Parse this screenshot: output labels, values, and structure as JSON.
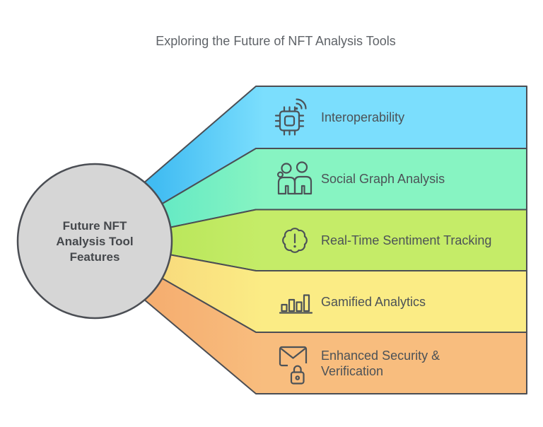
{
  "title": "Exploring the Future of NFT Analysis Tools",
  "title_color": "#5f6368",
  "outline_color": "#4b4e54",
  "label_color": "#4c5257",
  "hub": {
    "lines": [
      "Future NFT",
      "Analysis Tool",
      "Features"
    ],
    "fill": "#d6d6d6",
    "border": "#4b4e54"
  },
  "bands": [
    {
      "label": "Interoperability",
      "icon": "chip-wifi-icon",
      "color": "#7bdefd",
      "color_deep": "#41bcf2"
    },
    {
      "label": "Social Graph Analysis",
      "icon": "people-icon",
      "color": "#87f4c2",
      "color_deep": "#63e9c4"
    },
    {
      "label": "Real-Time Sentiment Tracking",
      "icon": "alert-badge-icon",
      "color": "#c5ec68",
      "color_deep": "#b9e65a"
    },
    {
      "label": "Gamified Analytics",
      "icon": "bar-chart-icon",
      "color": "#fbec85",
      "color_deep": "#f8da7c"
    },
    {
      "label": "Enhanced Security & Verification",
      "label_lines": [
        "Enhanced Security &",
        "Verification"
      ],
      "icon": "envelope-lock-icon",
      "color": "#f8bd7e",
      "color_deep": "#f5ae70"
    }
  ]
}
